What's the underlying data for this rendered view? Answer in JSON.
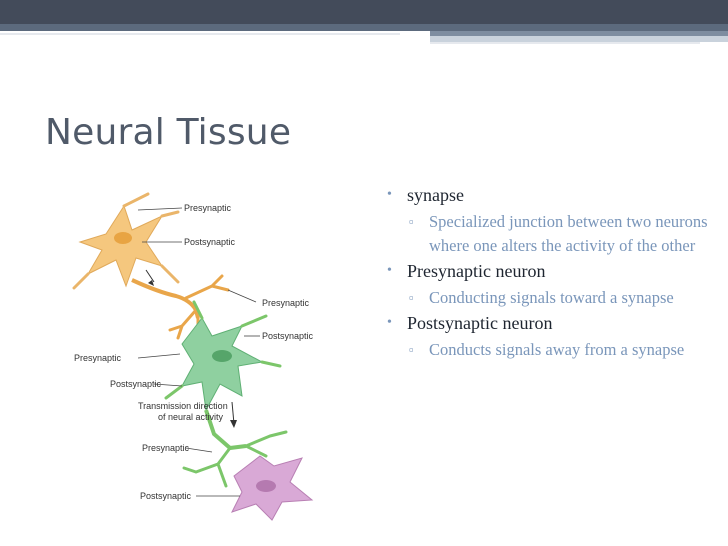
{
  "slide": {
    "title": "Neural Tissue"
  },
  "figure": {
    "labels": {
      "top_presynaptic": "Presynaptic",
      "top_postsynaptic": "Postsynaptic",
      "mid_right_presynaptic": "Presynaptic",
      "mid_right_postsynaptic": "Postsynaptic",
      "left_presynaptic": "Presynaptic",
      "left_postsynaptic": "Postsynaptic",
      "direction_line1": "Transmission direction",
      "direction_line2": "of neural activity",
      "bottom_presynaptic": "Presynaptic",
      "bottom_postsynaptic": "Postsynaptic"
    },
    "colors": {
      "neuron_top": "#f5c77e",
      "neuron_middle": "#8fd0a0",
      "neuron_bottom": "#d9a9d6",
      "axon_orange": "#e9a64a",
      "axon_green": "#7cc66a"
    }
  },
  "bullets": [
    {
      "text": "synapse",
      "marker": "•",
      "sub": [
        {
          "marker": "▫",
          "text": "Specialized junction between two neurons where one alters the activity of the other"
        }
      ]
    },
    {
      "text": "Presynaptic neuron",
      "marker": "•",
      "sub": [
        {
          "marker": "▫",
          "text": "Conducting signals toward a synapse"
        }
      ]
    },
    {
      "text": "Postsynaptic neuron",
      "marker": "•",
      "sub": [
        {
          "marker": "▫",
          "text": "Conducts signals away from a synapse"
        }
      ]
    }
  ],
  "theme": {
    "bar_dark": "#434b5a",
    "title_color": "#505a69",
    "bullet_accent": "#7a96ba"
  }
}
